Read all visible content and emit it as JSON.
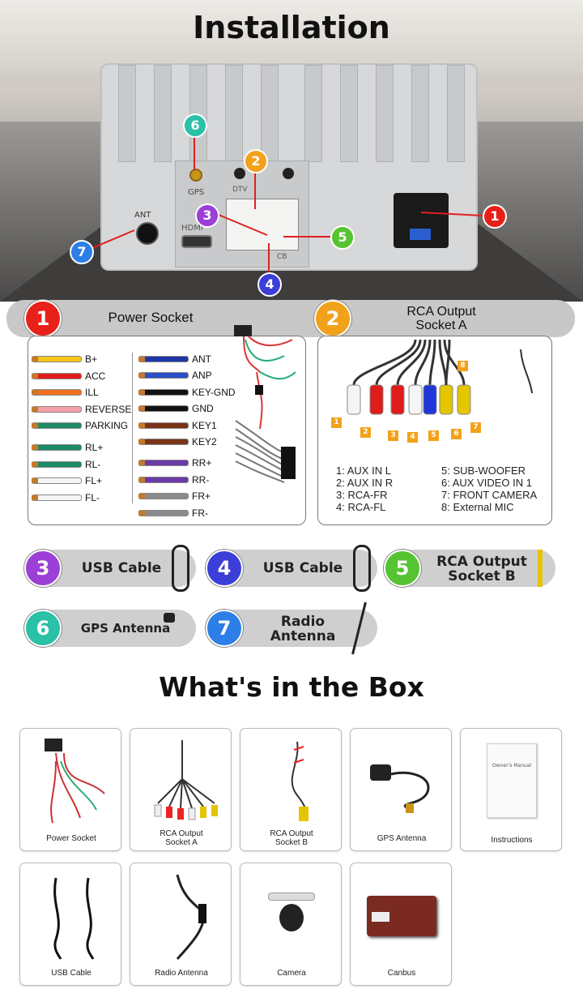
{
  "header": {
    "title": "Installation"
  },
  "unit": {
    "labels": {
      "gps": "GPS",
      "ant": "ANT",
      "hdmi": "HDMI",
      "dtv": "DTV",
      "cb": "CB"
    }
  },
  "callouts": [
    "1",
    "2",
    "3",
    "4",
    "5",
    "6",
    "7"
  ],
  "sections": {
    "power": {
      "number": "1",
      "label": "Power Socket"
    },
    "rca": {
      "number": "2",
      "label_line1": "RCA Output",
      "label_line2": "Socket A"
    }
  },
  "power_wires": {
    "left": [
      {
        "label": "B+",
        "color": "#f5c518"
      },
      {
        "label": "ACC",
        "color": "#e01b1b"
      },
      {
        "label": "ILL",
        "color": "#f07020"
      },
      {
        "label": "REVERSE",
        "color": "#f4a0a8"
      },
      {
        "label": "PARKING",
        "color": "#1f8a64"
      },
      {
        "label": "RL+",
        "color": "#1a8a66"
      },
      {
        "label": "RL-",
        "color": "#1a8a66"
      },
      {
        "label": "FL+",
        "color": "#f6f6f6"
      },
      {
        "label": "FL-",
        "color": "#f6f6f6"
      }
    ],
    "right": [
      {
        "label": "ANT",
        "color": "#2036a8"
      },
      {
        "label": "ANP",
        "color": "#2a4fc8"
      },
      {
        "label": "KEY-GND",
        "color": "#111111"
      },
      {
        "label": "GND",
        "color": "#111111"
      },
      {
        "label": "KEY1",
        "color": "#7a3418"
      },
      {
        "label": "KEY2",
        "color": "#7a3418"
      },
      {
        "label": "RR+",
        "color": "#6a3aa8"
      },
      {
        "label": "RR-",
        "color": "#6a3aa8"
      },
      {
        "label": "FR+",
        "color": "#8a8a8a"
      },
      {
        "label": "FR-",
        "color": "#8a8a8a"
      }
    ]
  },
  "rca_tags": [
    "1",
    "2",
    "3",
    "4",
    "5",
    "6",
    "7",
    "8"
  ],
  "rca_legend": {
    "left": [
      "1: AUX IN L",
      "2: AUX IN R",
      "3: RCA-FR",
      "4: RCA-FL"
    ],
    "right": [
      "5: SUB-WOOFER",
      "6: AUX VIDEO IN 1",
      "7: FRONT CAMERA",
      "8: External MIC"
    ]
  },
  "cables": [
    {
      "number": "3",
      "label": "USB Cable"
    },
    {
      "number": "4",
      "label": "USB Cable"
    },
    {
      "number": "5",
      "label_line1": "RCA Output",
      "label_line2": "Socket B"
    },
    {
      "number": "6",
      "label": "GPS Antenna"
    },
    {
      "number": "7",
      "label_line1": "Radio",
      "label_line2": "Antenna"
    }
  ],
  "box": {
    "title": "What's in the Box",
    "items": [
      {
        "label": "Power Socket"
      },
      {
        "label_line1": "RCA Output",
        "label_line2": "Socket A"
      },
      {
        "label_line1": "RCA Output",
        "label_line2": "Socket B"
      },
      {
        "label": "GPS Antenna"
      },
      {
        "label": "Instructions"
      },
      {
        "label": "USB Cable"
      },
      {
        "label": "Radio Antenna"
      },
      {
        "label": "Camera"
      },
      {
        "label": "Canbus"
      }
    ],
    "manual_text": "Owner's Manual"
  },
  "colors": {
    "c1": "#e8201a",
    "c2": "#f2a21a",
    "c3": "#9b3fd6",
    "c4": "#3b3fd8",
    "c5": "#55c332",
    "c6": "#2bc0a8",
    "c7": "#2d7ee6"
  }
}
